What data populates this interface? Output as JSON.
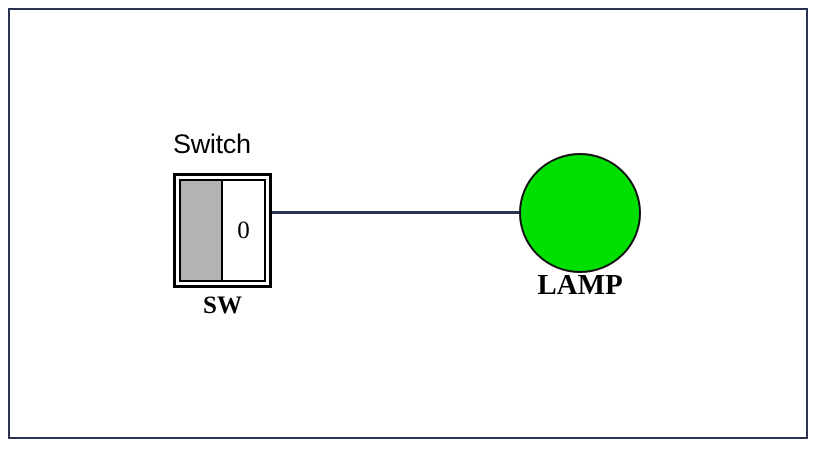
{
  "diagram": {
    "background_color": "#ffffff",
    "frame_color": "#2b3350",
    "components": {
      "switch": {
        "title": "Switch",
        "state_value": "0",
        "name_label": "SW",
        "lever_color": "#b3b3b3",
        "body_color": "#ffffff",
        "border_color": "#000000"
      },
      "lamp": {
        "name_label": "LAMP",
        "bulb_color": "#00e000",
        "border_color": "#101010"
      }
    },
    "wire": {
      "color": "#2b3350"
    }
  }
}
